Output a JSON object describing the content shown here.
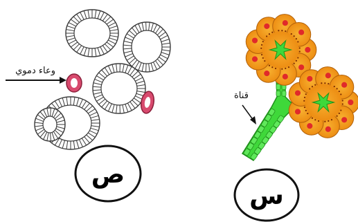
{
  "left_panel": {
    "vessel_label": "وعاء دموي",
    "panel_label": "ص"
  },
  "right_panel": {
    "duct_label": "قناة",
    "panel_label": "س"
  },
  "colors": {
    "tubule_outline": "#3a3a3a",
    "vessel": "#d84a6e",
    "acinus_fill": "#f59a1a",
    "acinus_nucleus": "#e02a2a",
    "duct": "#3fd83a",
    "duct_dark": "#1f8f1a"
  }
}
